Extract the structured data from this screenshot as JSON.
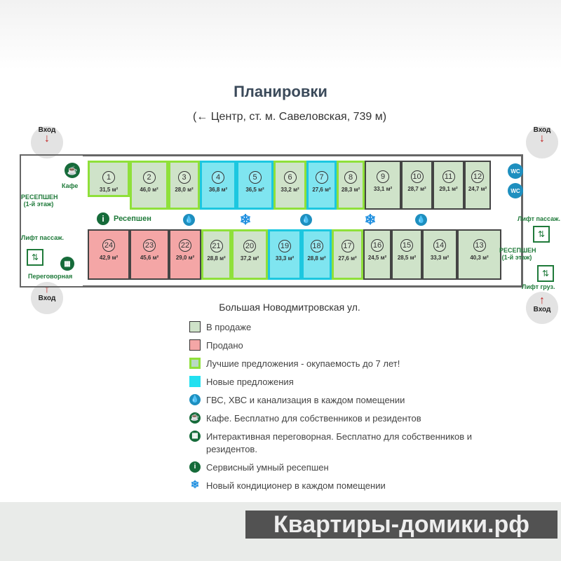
{
  "header": {
    "title": "Планировки",
    "subtitle": "(← Центр, ст. м. Савеловская, 739 м)"
  },
  "plan": {
    "top_rooms": [
      {
        "num": "1",
        "area": "31,5 м²",
        "status": "best"
      },
      {
        "num": "2",
        "area": "46,0 м²",
        "status": "best"
      },
      {
        "num": "3",
        "area": "28,0 м²",
        "status": "best"
      },
      {
        "num": "4",
        "area": "36,8 м²",
        "status": "new"
      },
      {
        "num": "5",
        "area": "36,5 м²",
        "status": "new"
      },
      {
        "num": "6",
        "area": "33,2 м²",
        "status": "best"
      },
      {
        "num": "7",
        "area": "27,6 м²",
        "status": "new"
      },
      {
        "num": "8",
        "area": "28,3 м²",
        "status": "best"
      },
      {
        "num": "9",
        "area": "33,1 м²",
        "status": "sale"
      },
      {
        "num": "10",
        "area": "28,7 м²",
        "status": "sale"
      },
      {
        "num": "11",
        "area": "29,1 м²",
        "status": "sale"
      },
      {
        "num": "12",
        "area": "24,7 м²",
        "status": "sale"
      }
    ],
    "bottom_rooms": [
      {
        "num": "24",
        "area": "42,9 м²",
        "status": "sold"
      },
      {
        "num": "23",
        "area": "45,6 м²",
        "status": "sold"
      },
      {
        "num": "22",
        "area": "29,0 м²",
        "status": "sold"
      },
      {
        "num": "21",
        "area": "28,8 м²",
        "status": "best"
      },
      {
        "num": "20",
        "area": "37,2 м²",
        "status": "best"
      },
      {
        "num": "19",
        "area": "33,3 м²",
        "status": "new"
      },
      {
        "num": "18",
        "area": "28,8 м²",
        "status": "new"
      },
      {
        "num": "17",
        "area": "27,6 м²",
        "status": "best"
      },
      {
        "num": "16",
        "area": "24,5 м²",
        "status": "sale"
      },
      {
        "num": "15",
        "area": "28,5 м²",
        "status": "sale"
      },
      {
        "num": "14",
        "area": "33,3 м²",
        "status": "sale"
      },
      {
        "num": "13",
        "area": "40,3 м²",
        "status": "sale"
      }
    ],
    "reception": "Ресепшен",
    "cafe": "Кафе",
    "meeting": "Переговорная",
    "reception_first_left": "РЕСЕПШЕН (1-й этаж)",
    "reception_first_right": "РЕСЕПШЕН (1-й этаж)",
    "lift_pass_left": "Лифт пассаж.",
    "lift_pass_right": "Лифт пассаж.",
    "lift_cargo": "Лифт груз.",
    "wc": "WC",
    "entry": "Вход",
    "street": "Большая Новодмитровская ул."
  },
  "legend": [
    {
      "text": "В продаже",
      "kind": "swatch",
      "color": "#cfe3c9"
    },
    {
      "text": "Продано",
      "kind": "swatch",
      "color": "#f4a6a6"
    },
    {
      "text": "Лучшие предложения - окупаемость до 7 лет!",
      "kind": "swatch",
      "color": "#b9d9c4"
    },
    {
      "text": "Новые предложения",
      "kind": "swatch",
      "color": "#22e0f0"
    },
    {
      "text": "ГВС, ХВС и канализация в каждом помещении",
      "kind": "drop-icon",
      "color": "#1e8fbf"
    },
    {
      "text": "Кафе. Бесплатно для собственников и резидентов",
      "kind": "cafe-icon",
      "color": "#166b3a"
    },
    {
      "text": "Интерактивная переговорная. Бесплатно для собственников и резидентов.",
      "kind": "meeting-icon",
      "color": "#166b3a"
    },
    {
      "text": "Сервисный умный ресепшен",
      "kind": "info-icon",
      "color": "#166b3a"
    },
    {
      "text": "Новый кондиционер в каждом помещении",
      "kind": "snowflake-icon",
      "color": "#1e8fe0"
    }
  ],
  "watermark": "Квартиры-домики.рф"
}
